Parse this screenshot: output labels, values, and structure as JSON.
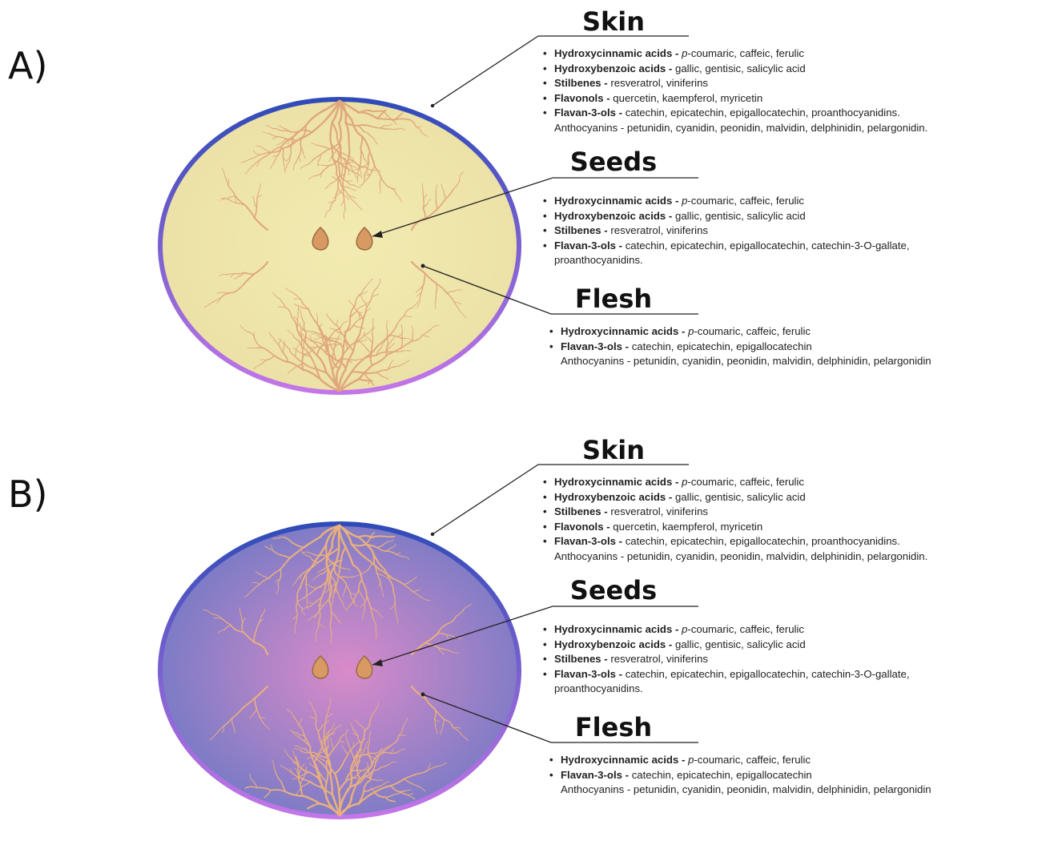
{
  "panels": [
    {
      "letter": "A)",
      "gradient": {
        "center": "#f2ebb0",
        "edge": "#ebe0a6"
      },
      "rim": {
        "top": "#2f4bb7",
        "bottom": "#c476e8"
      },
      "vein_color": "#e0a77b",
      "skin": {
        "title": "Skin",
        "items": [
          {
            "name": "Hydroxycinnamic acids",
            "prefix": "p",
            "rest": "-coumaric, caffeic, ferulic"
          },
          {
            "name": "Hydroxybenzoic acids",
            "prefix": "",
            "rest": "gallic, gentisic, salicylic acid"
          },
          {
            "name": "Stilbenes",
            "prefix": "",
            "rest": "resveratrol, viniferins"
          },
          {
            "name": "Flavonols",
            "prefix": "",
            "rest": "quercetin, kaempferol, myricetin"
          },
          {
            "name": "Flavan-3-ols",
            "prefix": "",
            "rest": "catechin, epicatechin, epigallocatechin, proanthocyanidins."
          }
        ],
        "extra": "Anthocyanins - petunidin, cyanidin, peonidin, malvidin, delphinidin, pelargonidin."
      },
      "seeds": {
        "title": "Seeds",
        "items": [
          {
            "name": "Hydroxycinnamic acids",
            "prefix": "p",
            "rest": "-coumaric, caffeic, ferulic"
          },
          {
            "name": "Hydroxybenzoic acids",
            "prefix": "",
            "rest": "gallic, gentisic, salicylic acid"
          },
          {
            "name": "Stilbenes",
            "prefix": "",
            "rest": "resveratrol, viniferins"
          },
          {
            "name": "Flavan-3-ols",
            "prefix": "",
            "rest": "catechin, epicatechin, epigallocatechin, catechin-3-O-gallate,"
          }
        ],
        "extra": "proanthocyanidins."
      },
      "flesh": {
        "title": "Flesh",
        "items": [
          {
            "name": "Hydroxycinnamic acids",
            "prefix": "p",
            "rest": "-coumaric, caffeic, ferulic"
          },
          {
            "name": "Flavan-3-ols",
            "prefix": "",
            "rest": "catechin, epicatechin, epigallocatechin"
          }
        ],
        "extra": "Anthocyanins - petunidin, cyanidin, peonidin, malvidin, delphinidin, pelargonidin"
      }
    },
    {
      "letter": "B)",
      "gradient": {
        "center": "#d98bc8",
        "edge": "#6d79c6"
      },
      "rim": {
        "top": "#2f4bb7",
        "bottom": "#c476e8"
      },
      "vein_color": "#e9b07e",
      "skin": {
        "title": "Skin",
        "items": [
          {
            "name": "Hydroxycinnamic acids",
            "prefix": "p",
            "rest": "-coumaric, caffeic, ferulic"
          },
          {
            "name": "Hydroxybenzoic acids",
            "prefix": "",
            "rest": "gallic, gentisic, salicylic acid"
          },
          {
            "name": "Stilbenes",
            "prefix": "",
            "rest": "resveratrol, viniferins"
          },
          {
            "name": "Flavonols",
            "prefix": "",
            "rest": "quercetin, kaempferol, myricetin"
          },
          {
            "name": "Flavan-3-ols",
            "prefix": "",
            "rest": "catechin, epicatechin, epigallocatechin, proanthocyanidins."
          }
        ],
        "extra": "Anthocyanins - petunidin, cyanidin, peonidin, malvidin, delphinidin, pelargonidin."
      },
      "seeds": {
        "title": "Seeds",
        "items": [
          {
            "name": "Hydroxycinnamic acids",
            "prefix": "p",
            "rest": "-coumaric, caffeic, ferulic"
          },
          {
            "name": "Hydroxybenzoic acids",
            "prefix": "",
            "rest": "gallic, gentisic, salicylic acid"
          },
          {
            "name": "Stilbenes",
            "prefix": "",
            "rest": "resveratrol, viniferins"
          },
          {
            "name": "Flavan-3-ols",
            "prefix": "",
            "rest": "catechin, epicatechin, epigallocatechin, catechin-3-O-gallate,"
          }
        ],
        "extra": "proanthocyanidins."
      },
      "flesh": {
        "title": "Flesh",
        "items": [
          {
            "name": "Hydroxycinnamic acids",
            "prefix": "p",
            "rest": "-coumaric, caffeic, ferulic"
          },
          {
            "name": "Flavan-3-ols",
            "prefix": "",
            "rest": "catechin, epicatechin, epigallocatechin"
          }
        ],
        "extra": "Anthocyanins - petunidin, cyanidin, peonidin, malvidin, delphinidin, pelargonidin"
      }
    }
  ]
}
